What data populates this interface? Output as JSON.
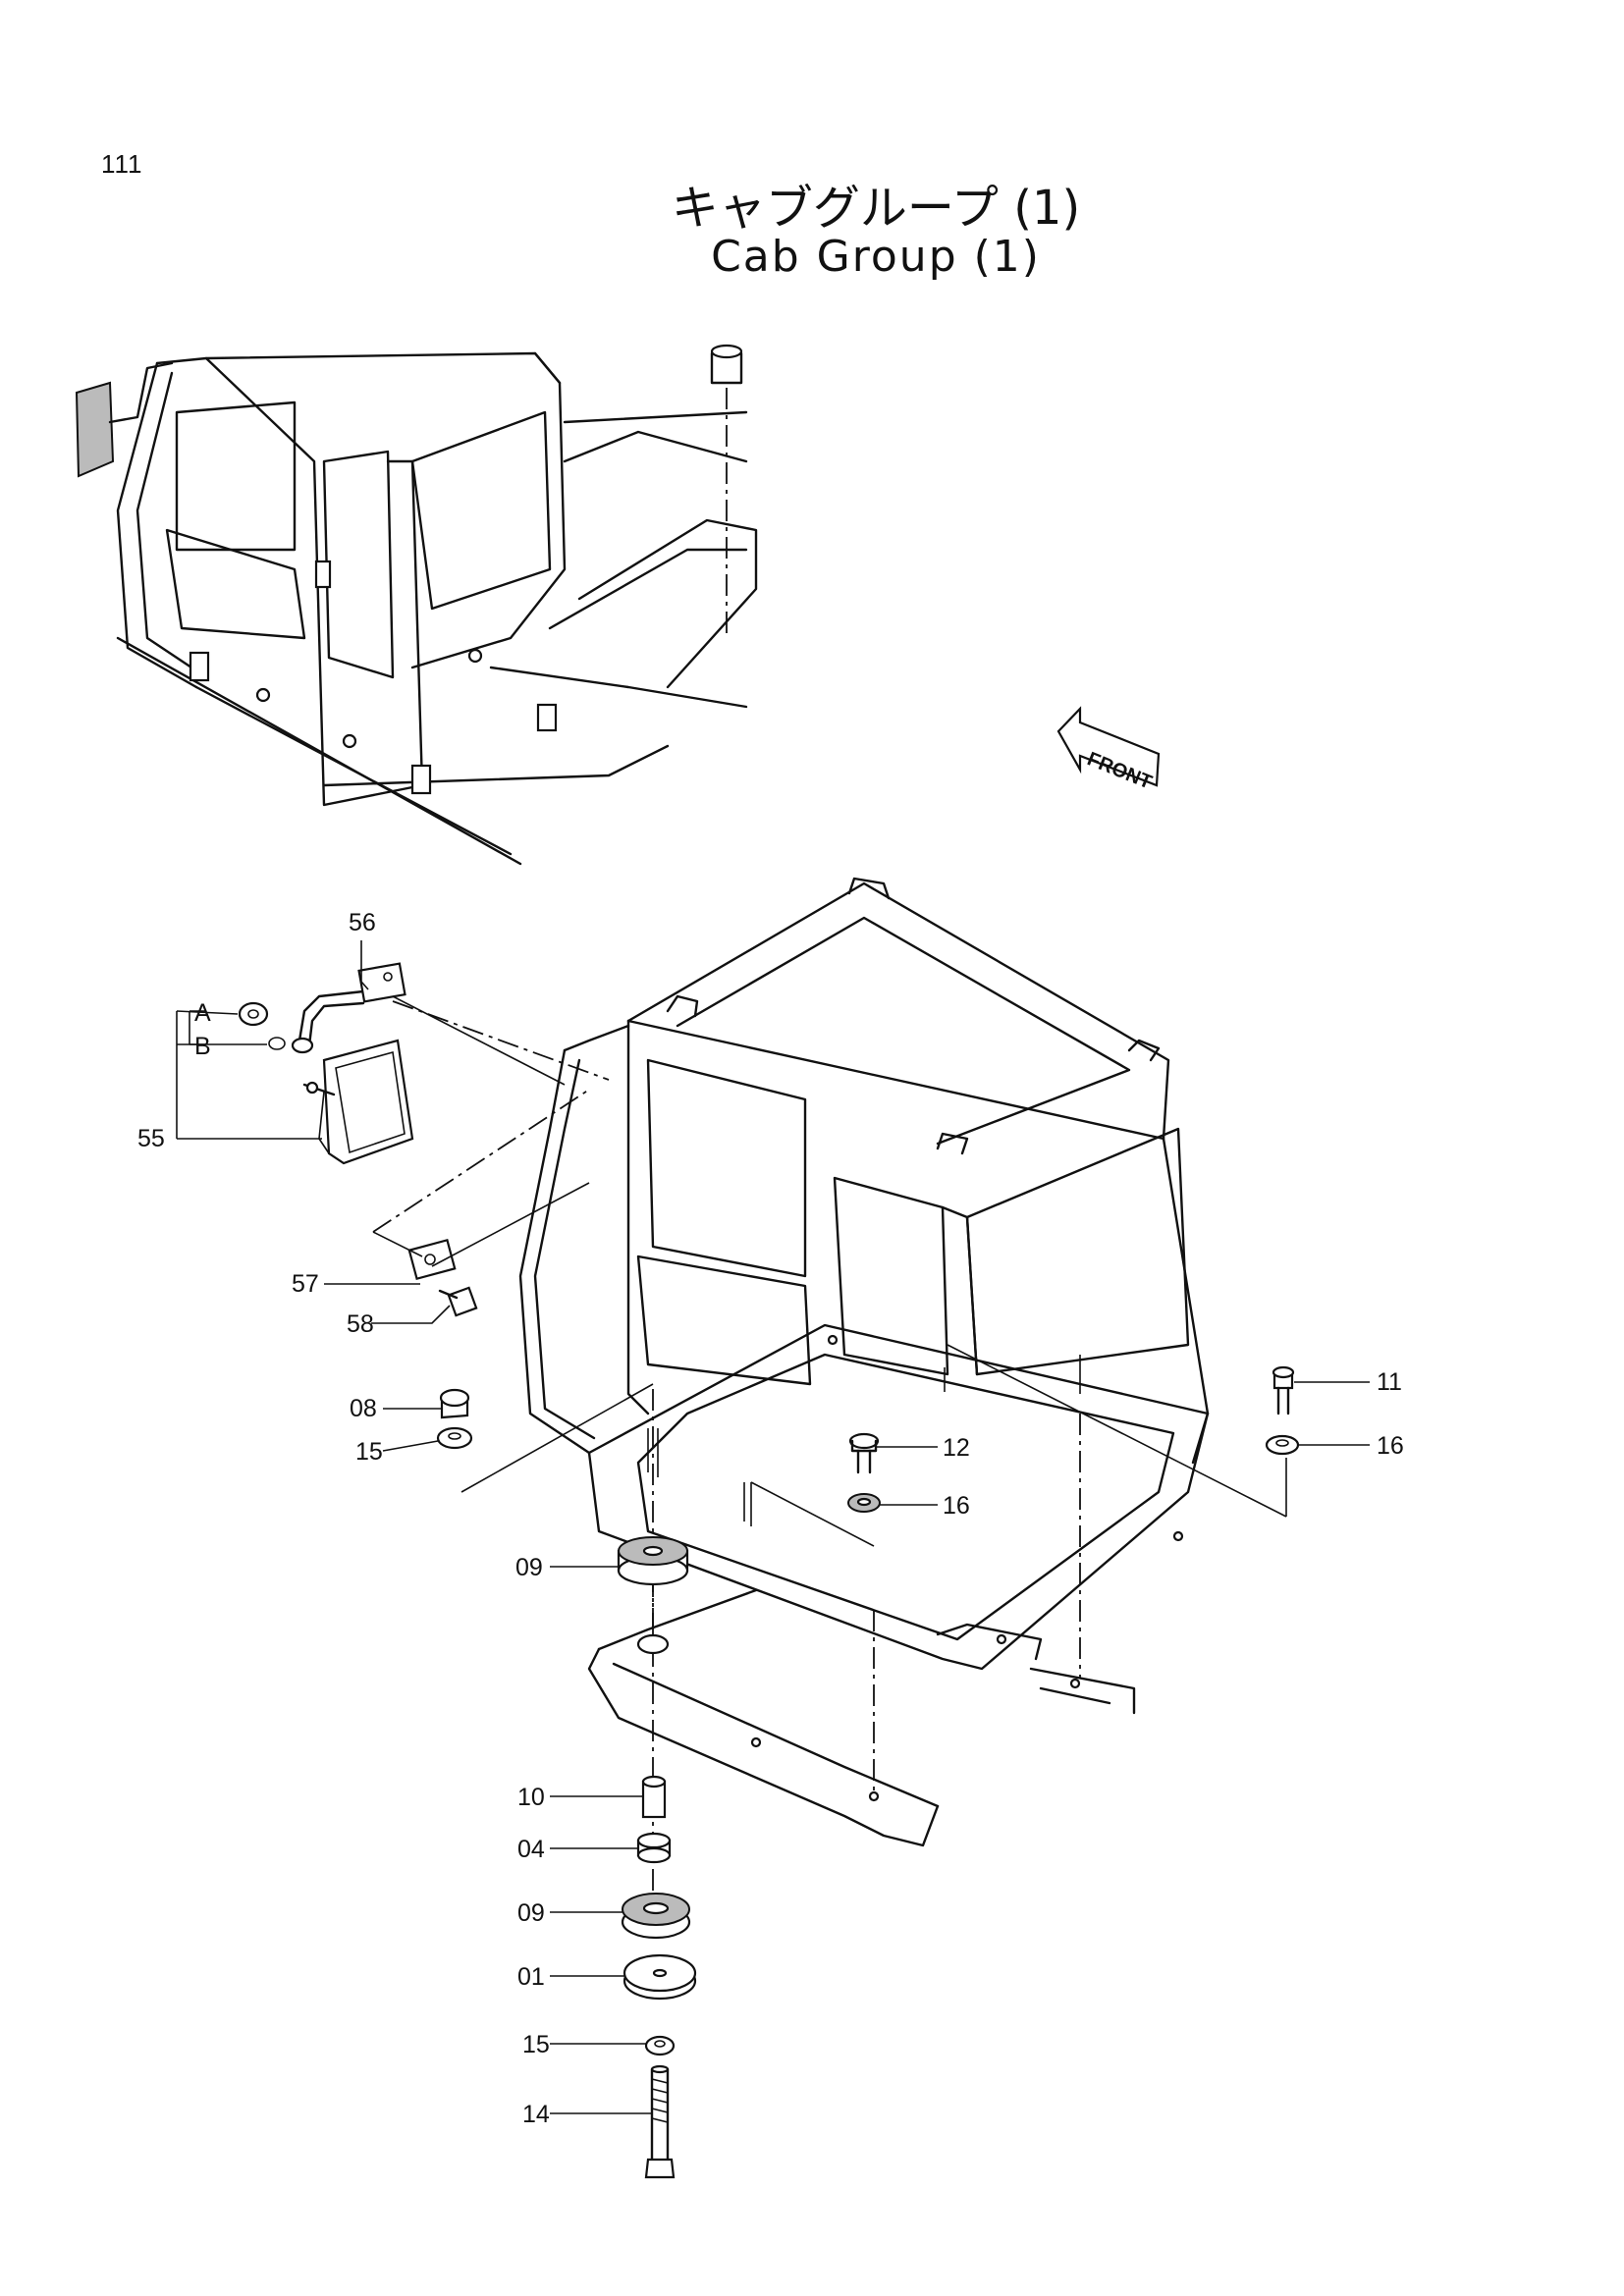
{
  "page_number": "111",
  "title_jp": "キャブグループ (1)",
  "title_en": "Cab Group (1)",
  "direction_marker": "FRONT",
  "callouts": {
    "c56": "56",
    "cA": "A",
    "cB": "B",
    "c55": "55",
    "c57": "57",
    "c58": "58",
    "c08": "08",
    "c15a": "15",
    "c09a": "09",
    "c11": "11",
    "c16a": "16",
    "c12": "12",
    "c16b": "16",
    "c10": "10",
    "c04": "04",
    "c09b": "09",
    "c01": "01",
    "c15b": "15",
    "c14": "14"
  }
}
